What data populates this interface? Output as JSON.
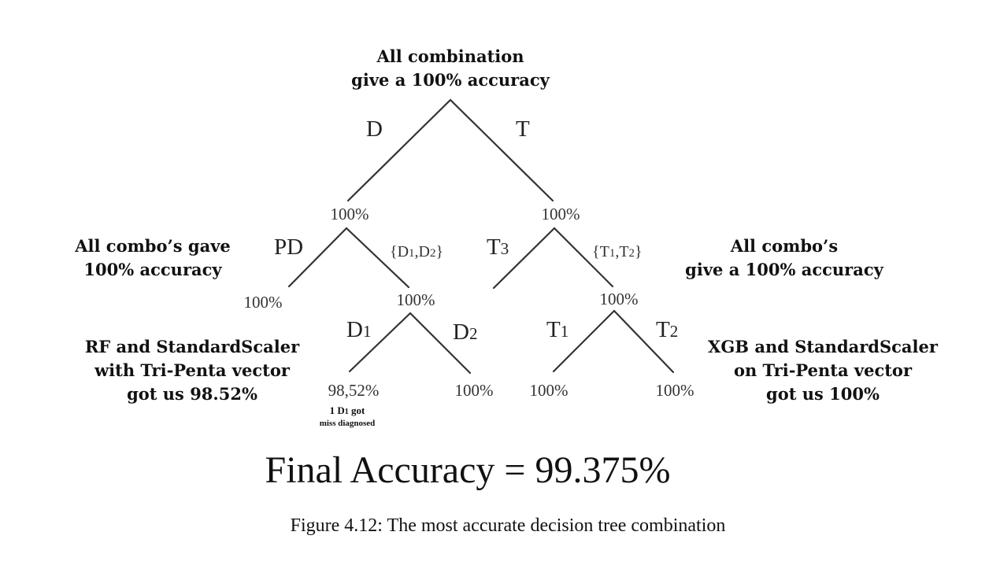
{
  "root_note": [
    "All combination",
    "give a 100% accuracy"
  ],
  "branch_labels": {
    "D": "D",
    "T": "T",
    "PD": "PD",
    "D1D2": "{D1,D2}",
    "T3": "T3",
    "T1T2": "{T1,T2}",
    "D1": "D1",
    "D2": "D2",
    "T1": "T1",
    "T2": "T2"
  },
  "node_values": {
    "d": "100%",
    "t": "100%",
    "pd": "100%",
    "d12": "100%",
    "t12": "100%",
    "d1": "98,52%",
    "d2": "100%",
    "t1": "100%",
    "t2": "100%"
  },
  "d1_note": [
    "1 D1 got",
    "miss diagnosed"
  ],
  "left_note_1": [
    "All combo’s gave",
    "100% accuracy"
  ],
  "left_note_2": [
    "RF and StandardScaler",
    "with Tri-Penta vector",
    "got us 98.52%"
  ],
  "right_note_1": [
    "All combo’s",
    "give a 100% accuracy"
  ],
  "right_note_2": [
    "XGB and StandardScaler",
    "on Tri-Penta vector",
    "got us 100%"
  ],
  "final_accuracy": "Final Accuracy = 99.375%",
  "caption": "Figure 4.12: The most accurate decision tree combination"
}
